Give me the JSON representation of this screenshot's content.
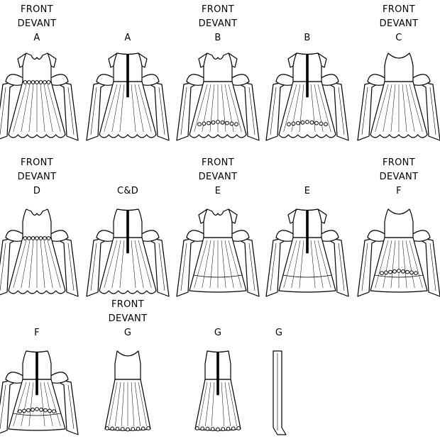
{
  "views": [
    {
      "front": "FRONT",
      "devant": "DEVANT",
      "letter": "A"
    },
    {
      "letter": "A"
    },
    {
      "front": "FRONT",
      "devant": "DEVANT",
      "letter": "B"
    },
    {
      "letter": "B"
    },
    {
      "front": "FRONT",
      "devant": "DEVANT",
      "letter": "C"
    },
    {
      "front": "FRONT",
      "devant": "DEVANT",
      "letter": "D"
    },
    {
      "letter": "C&D"
    },
    {
      "front": "FRONT",
      "devant": "DEVANT",
      "letter": "E"
    },
    {
      "letter": "E"
    },
    {
      "front": "FRONT",
      "devant": "DEVANT",
      "letter": "F"
    },
    {
      "letter": "F"
    },
    {
      "front": "FRONT",
      "devant": "DEVANT",
      "letter": "G"
    },
    {
      "letter": "G"
    },
    {
      "letter": "G"
    }
  ]
}
